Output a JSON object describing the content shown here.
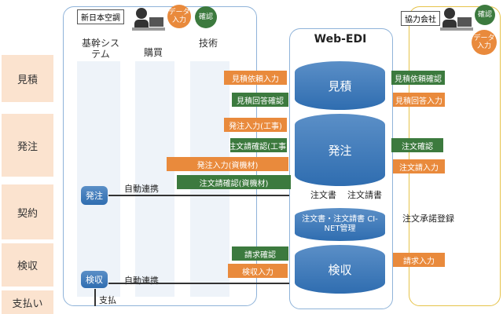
{
  "company_left": "新日本空調",
  "company_right": "協力会社",
  "data_input": "データ入力",
  "confirm": "確認",
  "columns": {
    "core": "基幹システム",
    "purchase": "購買",
    "tech": "技術"
  },
  "web_edi": "Web-EDI",
  "phases": [
    "見積",
    "発注",
    "契約",
    "検収",
    "支払い"
  ],
  "db": {
    "estimate": "見積",
    "order": "発注",
    "contract": "注文書・注文請書 CI-NET管理",
    "inspection": "検収"
  },
  "core_boxes": {
    "order": "発注",
    "inspection": "検収"
  },
  "auto_link": "自動連携",
  "payment": "支払",
  "contract_docs": {
    "order": "注文書",
    "accept": "注文請書"
  },
  "contract_register": "注文承諾登録",
  "left_arrows": {
    "estimate_request": "見積依頼入力",
    "estimate_reply_check": "見積回答確認",
    "order_input_work": "発注入力(工事)",
    "order_accept_check_work": "注文請確認(工事)",
    "order_input_material": "発注入力(資機材)",
    "order_accept_check_material": "注文請確認(資機材)",
    "invoice_check": "請求確認",
    "inspection_input": "検収入力"
  },
  "right_arrows": {
    "estimate_request_check": "見積依頼確認",
    "estimate_reply_input": "見積回答入力",
    "order_check": "注文確認",
    "order_accept_input": "注文請入力",
    "invoice_input": "請求入力"
  },
  "colors": {
    "orange": "#e98a3c",
    "green": "#3c7a3e",
    "blue": "#2f6db0",
    "panel": "#8fb3d9",
    "gold": "#e6c34a"
  }
}
